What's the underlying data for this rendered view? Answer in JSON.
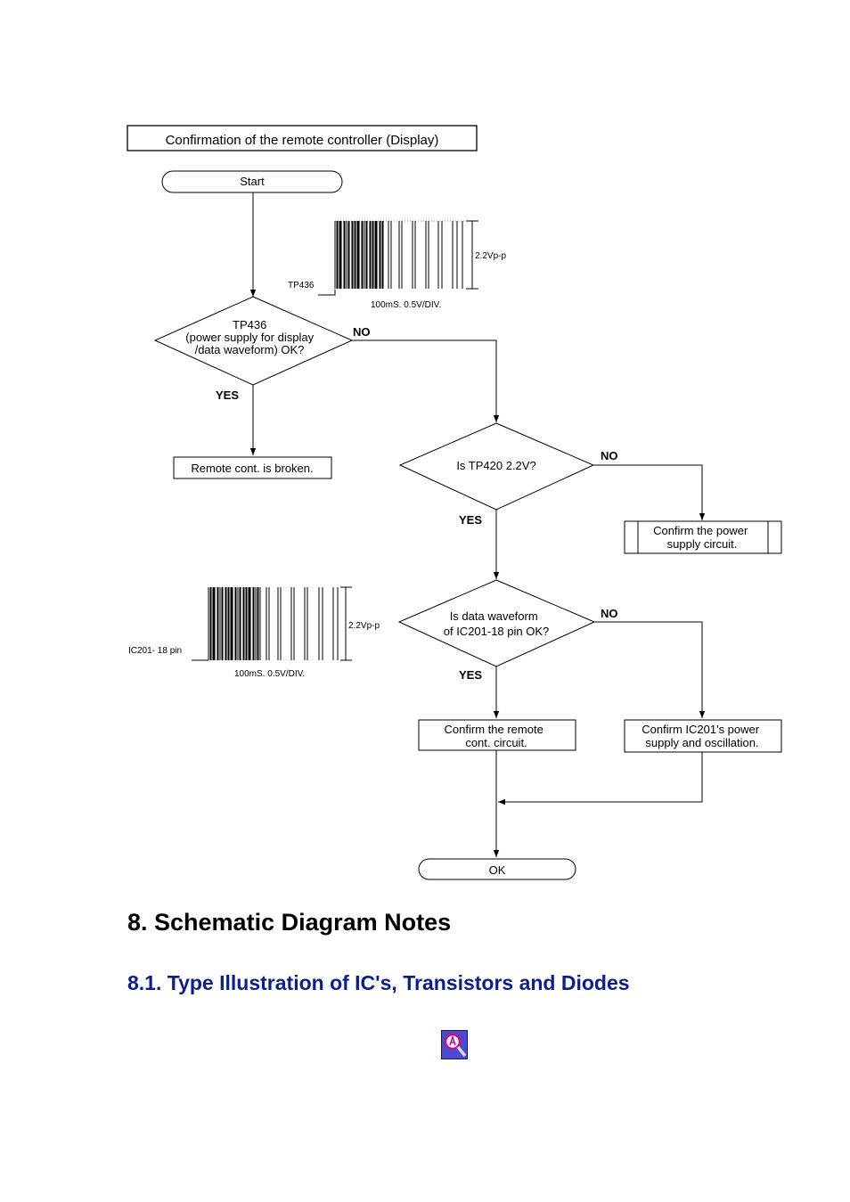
{
  "colors": {
    "heading2": "#0a1f8c",
    "line": "#000000",
    "icon_bg": "#4a4ad0"
  },
  "flowchart": {
    "title": "Confirmation of the remote controller (Display)",
    "start": "Start",
    "end": "OK",
    "decision1": {
      "lines": [
        "TP436",
        "(power supply for display",
        "/data waveform) OK?"
      ],
      "yes": "YES",
      "no": "NO"
    },
    "decision2": {
      "lines": [
        "Is TP420 2.2V?"
      ],
      "yes": "YES",
      "no": "NO"
    },
    "decision3": {
      "lines": [
        "Is data waveform",
        "of IC201-18 pin OK?"
      ],
      "yes": "YES",
      "no": "NO"
    },
    "process_broken": "Remote cont. is broken.",
    "process_power": [
      "Confirm the power",
      "supply circuit."
    ],
    "process_remote": [
      "Confirm the remote",
      "cont. circuit."
    ],
    "process_ic201": [
      "Confirm IC201's power",
      "supply and oscillation."
    ],
    "waveform1": {
      "point": "TP436",
      "amplitude": "2.2Vp-p",
      "scale": "100mS. 0.5V/DIV."
    },
    "waveform2": {
      "point": "IC201- 18 pin",
      "amplitude": "2.2Vp-p",
      "scale": "100mS. 0.5V/DIV."
    }
  },
  "section_heading": "8. Schematic Diagram Notes",
  "subsection_heading": "8.1. Type Illustration of IC's, Transistors and Diodes",
  "zoom_icon": "magnifier-zoom-icon"
}
